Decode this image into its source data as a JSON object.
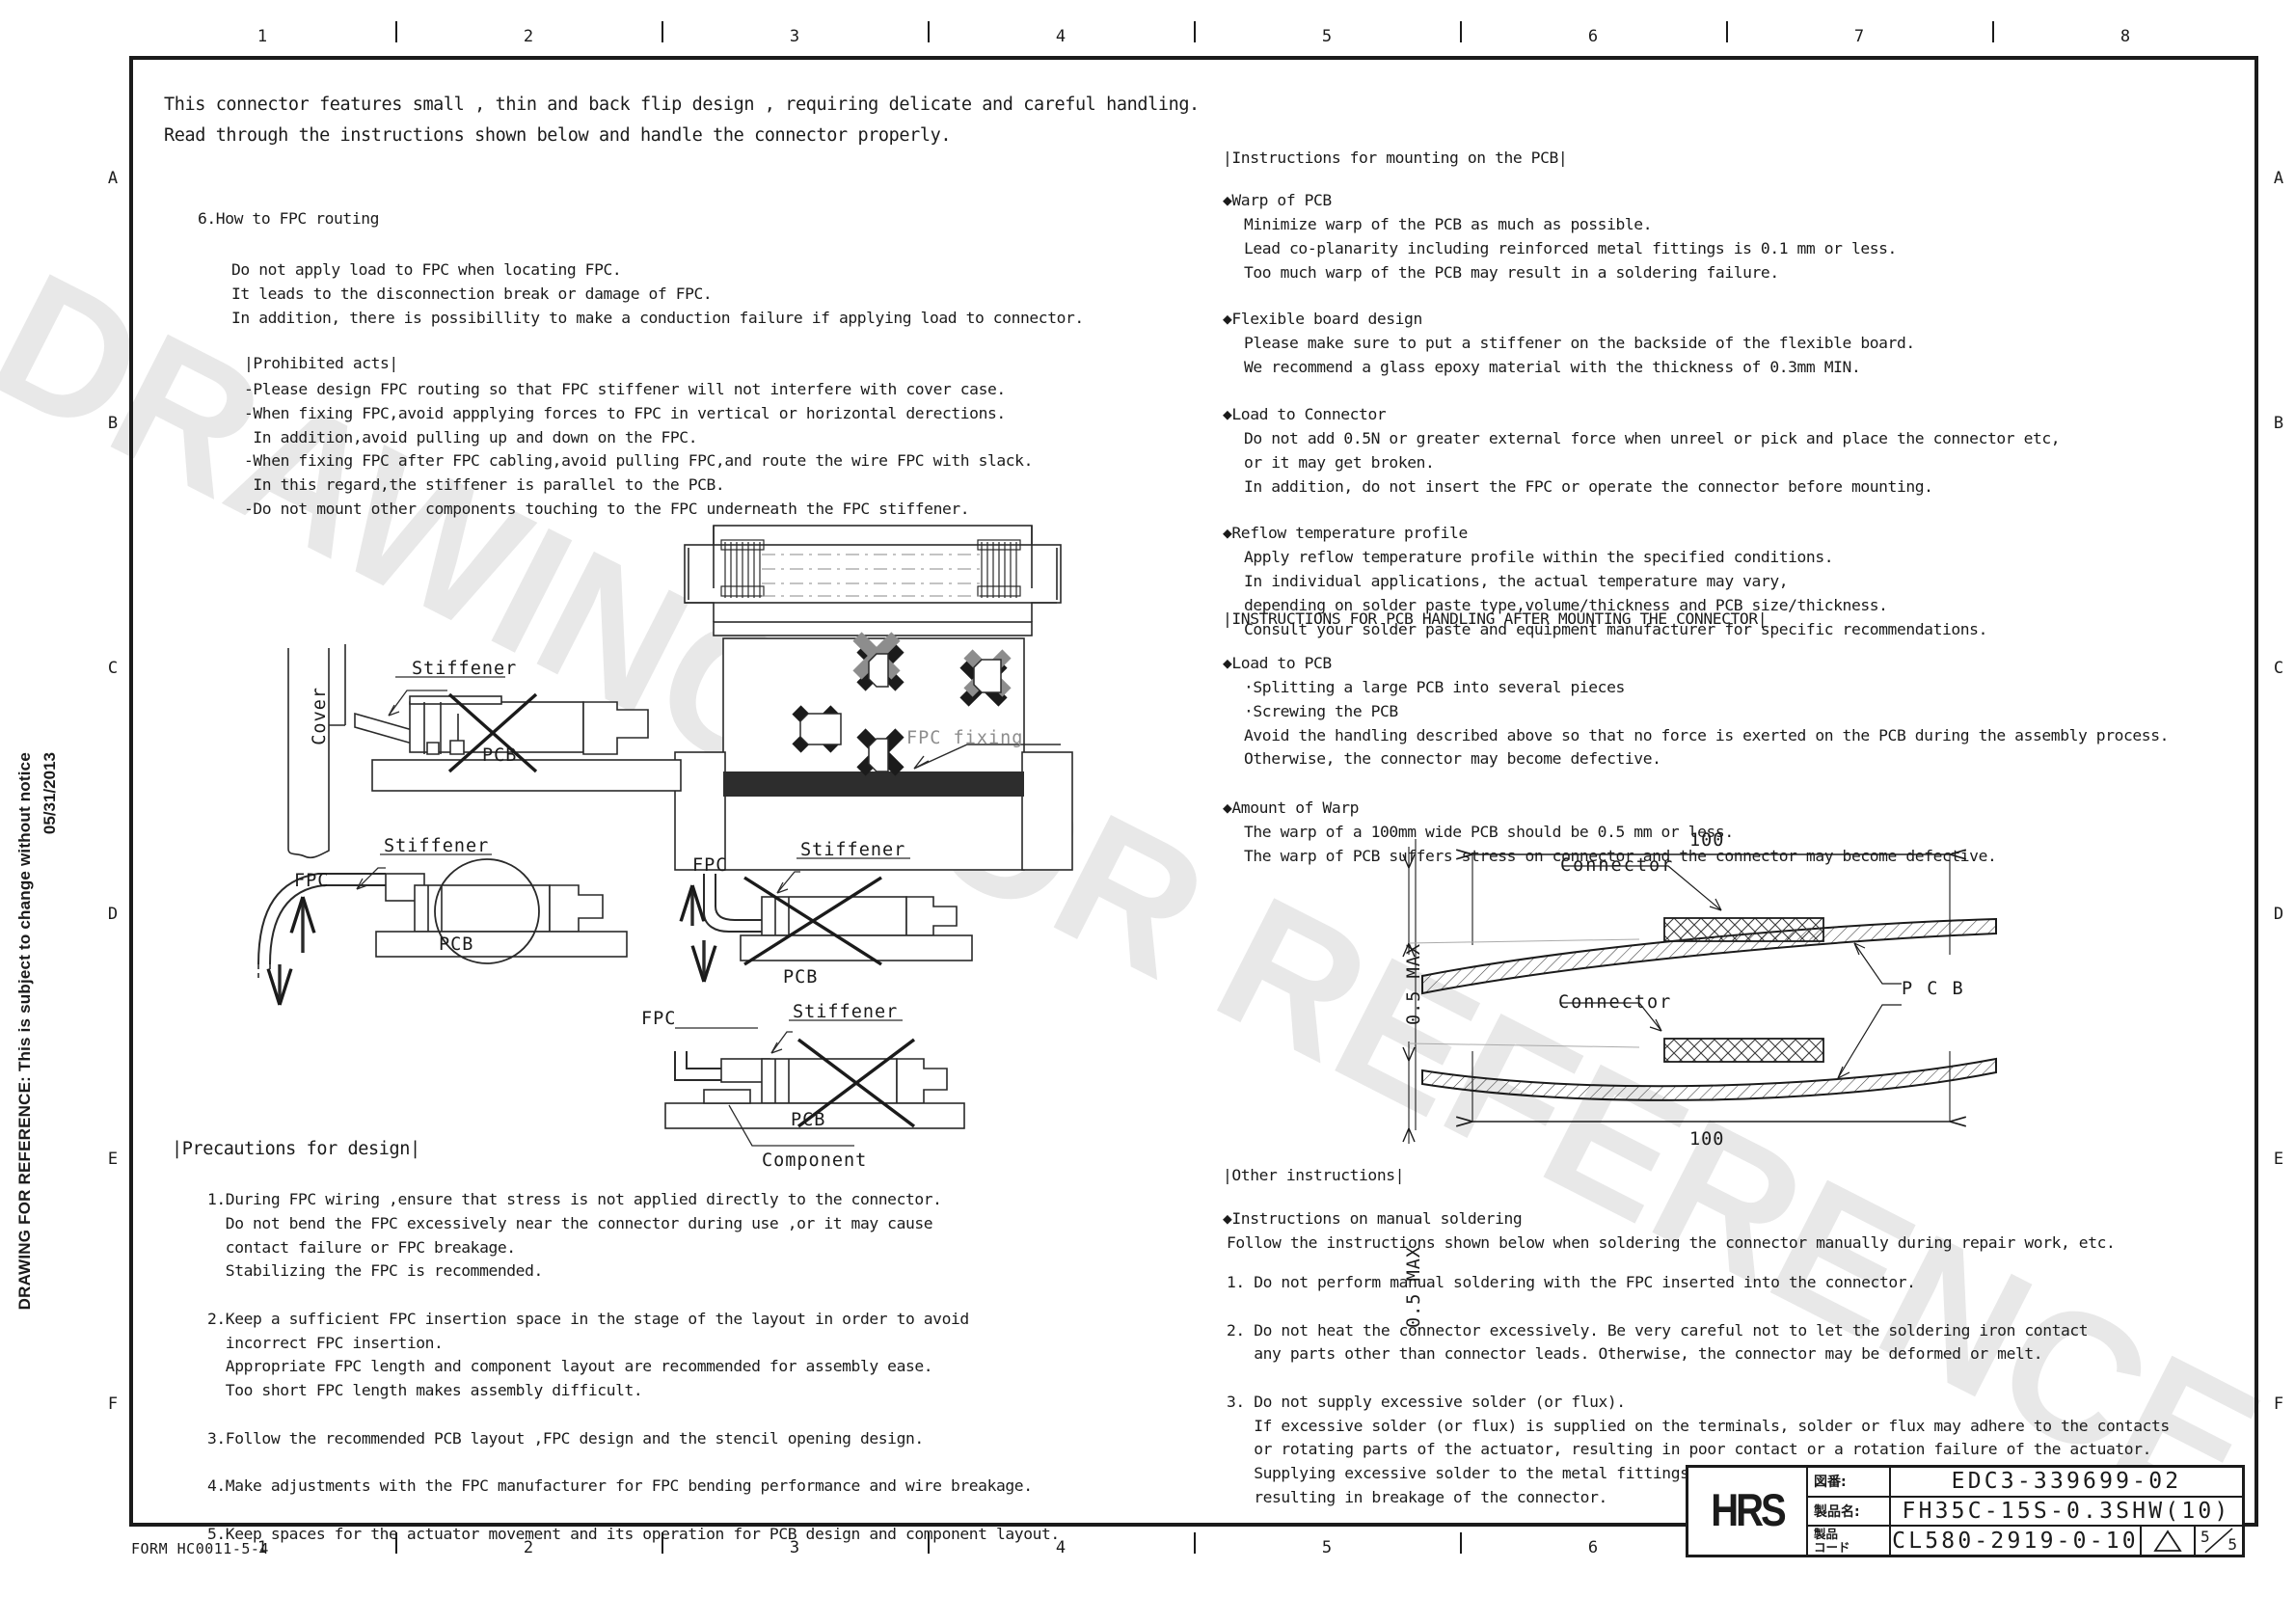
{
  "sheet": {
    "zones_top": [
      "1",
      "2",
      "3",
      "4",
      "5",
      "6",
      "7",
      "8"
    ],
    "zones_side": [
      "A",
      "B",
      "C",
      "D",
      "E",
      "F"
    ],
    "form_code": "FORM HC0011-5-4",
    "reference_note": "DRAWING FOR REFERENCE: This is subject to change without notice",
    "reference_date": "05/31/2013",
    "watermark": "DRAWING FOR REFERENCE"
  },
  "intro": {
    "line1": "This connector features small , thin and back flip design , requiring delicate and careful handling.",
    "line2": "Read through the instructions shown below and handle the connector properly."
  },
  "left": {
    "section6_title": "6.How to FPC routing",
    "routing_lines": [
      "Do not apply load to FPC when locating FPC.",
      "It leads to the disconnection break or damage of FPC.",
      "In addition, there is possibillity to make a conduction failure if applying load to connector."
    ],
    "prohibited_title": "|Prohibited acts|",
    "prohibited_lines": [
      "-Please design FPC routing so that FPC stiffener will not interfere with cover case.",
      "-When fixing FPC,avoid appplying forces to FPC in vertical or horizontal derections.",
      " In addition,avoid pulling up and down on the FPC.",
      "-When fixing FPC after FPC cabling,avoid pulling FPC,and route the wire FPC with slack.",
      " In this regard,the stiffener is parallel to the PCB.",
      "-Do not mount other components touching to the FPC underneath the FPC stiffener."
    ],
    "precautions_title": "|Precautions for design|",
    "precautions": [
      "1.During FPC wiring ,ensure that stress is not applied directly to the connector.",
      "  Do not bend the FPC excessively near the connector during use ,or it may cause",
      "  contact failure or FPC breakage.",
      "  Stabilizing the FPC is recommended.",
      "",
      "2.Keep a sufficient FPC insertion space in the stage of the layout in order to avoid",
      "  incorrect FPC insertion.",
      "  Appropriate FPC length and component layout are recommended for assembly ease.",
      "  Too short FPC length makes assembly difficult.",
      "",
      "3.Follow the recommended PCB layout ,FPC design and the stencil opening design.",
      "",
      "4.Make adjustments with the FPC manufacturer for FPC bending performance and wire breakage.",
      "",
      "5.Keep spaces for the actuator movement and its operation for PCB design and component layout."
    ]
  },
  "diagram_labels": {
    "cover": "Cover",
    "stiffener": "Stiffener",
    "pcb": "PCB",
    "fpc": "FPC",
    "component": "Component",
    "fpc_fixing": "FPC fixing"
  },
  "right": {
    "mounting_title": "|Instructions for mounting on the PCB|",
    "blocks": [
      {
        "heading": "Warp of PCB",
        "lines": [
          "Minimize warp of the PCB as much as possible.",
          "Lead co-planarity including reinforced metal fittings is 0.1 mm or less.",
          "Too much warp of the PCB may result in a soldering failure."
        ]
      },
      {
        "heading": "Flexible board design",
        "lines": [
          "Please make sure to put a stiffener on the backside of the flexible board.",
          "We recommend a glass epoxy material with the thickness of 0.3mm MIN."
        ]
      },
      {
        "heading": "Load to Connector",
        "lines": [
          "Do not add 0.5N or greater external force when unreel or pick and place the connector etc,",
          "or it may get broken.",
          "In addition, do not insert the FPC or operate the connector before mounting."
        ]
      },
      {
        "heading": "Reflow temperature profile",
        "lines": [
          "Apply reflow temperature profile within the specified conditions.",
          "In individual applications, the actual temperature may vary,",
          "depending on solder paste type,volume/thickness and PCB size/thickness.",
          "Consult your solder paste and equipment manufacturer for specific recommendations."
        ]
      }
    ],
    "handling_title": "|INSTRUCTIONS FOR PCB HANDLING AFTER MOUNTING THE CONNECTOR|",
    "handling_blocks": [
      {
        "heading": "Load to PCB",
        "lines": [
          "·Splitting a large PCB into several pieces",
          "·Screwing the PCB",
          "Avoid the handling described above so that no force is exerted on the PCB during the assembly process.",
          "Otherwise, the connector may become defective."
        ]
      },
      {
        "heading": "Amount of Warp",
        "lines": [
          "The warp of a 100mm wide PCB should be 0.5 mm or less.",
          "The warp of PCB suffers stress on connector and the connector may become defective."
        ]
      }
    ],
    "other_title": "|Other instructions|",
    "manual_heading": "Instructions on manual soldering",
    "manual_intro": "Follow the instructions shown below when soldering the connector manually during repair work, etc.",
    "manual_items": [
      "1. Do not perform manual soldering with the FPC inserted into the connector.",
      "",
      "2. Do not heat the connector excessively. Be very careful not to let the soldering iron contact",
      "   any parts other than connector leads. Otherwise, the connector may be deformed or melt.",
      "",
      "3. Do not supply excessive solder (or flux).",
      "   If excessive solder (or flux) is supplied on the terminals, solder or flux may adhere to the contacts",
      "   or rotating parts of the actuator, resulting in poor contact or a rotation failure of the actuator.",
      "   Supplying excessive solder to the metal fittings may hinder actuator rotation,",
      "   resulting in breakage of the connector."
    ]
  },
  "warp_diagram": {
    "dim_width": "100",
    "dim_height": "0.5 MAX",
    "connector_label": "Connector",
    "pcb_label": "P C B"
  },
  "title_block": {
    "logo": "HRS",
    "drawing_no_label": "図番:",
    "drawing_no": "EDC3-339699-02",
    "product_name_label": "製品名:",
    "product_name": "FH35C-15S-0.3SHW(10)",
    "product_code_label_1": "製品",
    "product_code_label_2": "コード",
    "product_code": "CL580-2919-0-10",
    "page_num": "5",
    "page_den": "5"
  }
}
